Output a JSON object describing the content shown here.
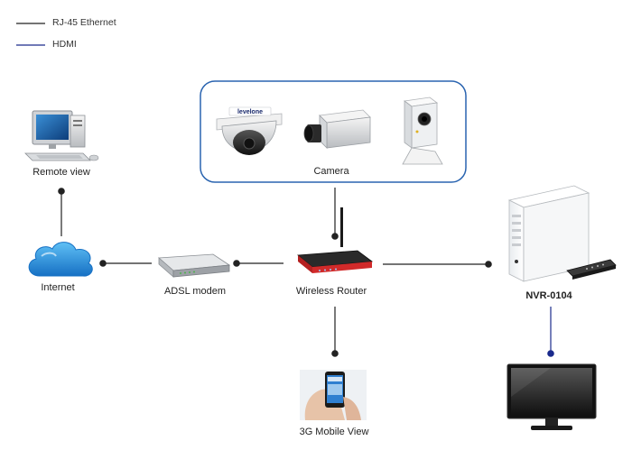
{
  "legend": [
    {
      "label": "RJ-45 Ethernet",
      "color": "#222222"
    },
    {
      "label": "HDMI",
      "color": "#1a2a8c"
    }
  ],
  "nodes": {
    "remote_view": {
      "label": "Remote view",
      "icon": "desktop-computer-icon"
    },
    "internet": {
      "label": "Internet",
      "icon": "cloud-icon"
    },
    "adsl_modem": {
      "label": "ADSL modem",
      "icon": "modem-icon"
    },
    "wireless_router": {
      "label": "Wireless Router",
      "icon": "wireless-router-icon"
    },
    "camera": {
      "label": "Camera",
      "icon": "ip-camera-icon",
      "brand": "levelone"
    },
    "nvr": {
      "label": "NVR-0104",
      "icon": "nvr-icon"
    },
    "mobile": {
      "label": "3G Mobile View",
      "icon": "smartphone-icon"
    },
    "tv": {
      "label": "",
      "icon": "monitor-tv-icon"
    }
  },
  "colors": {
    "camera_group_border": "#2a64b0",
    "cloud": "#1f8fd8",
    "router_red": "#d12a2a",
    "hdmi": "#1a2a8c",
    "ethernet": "#222222"
  }
}
